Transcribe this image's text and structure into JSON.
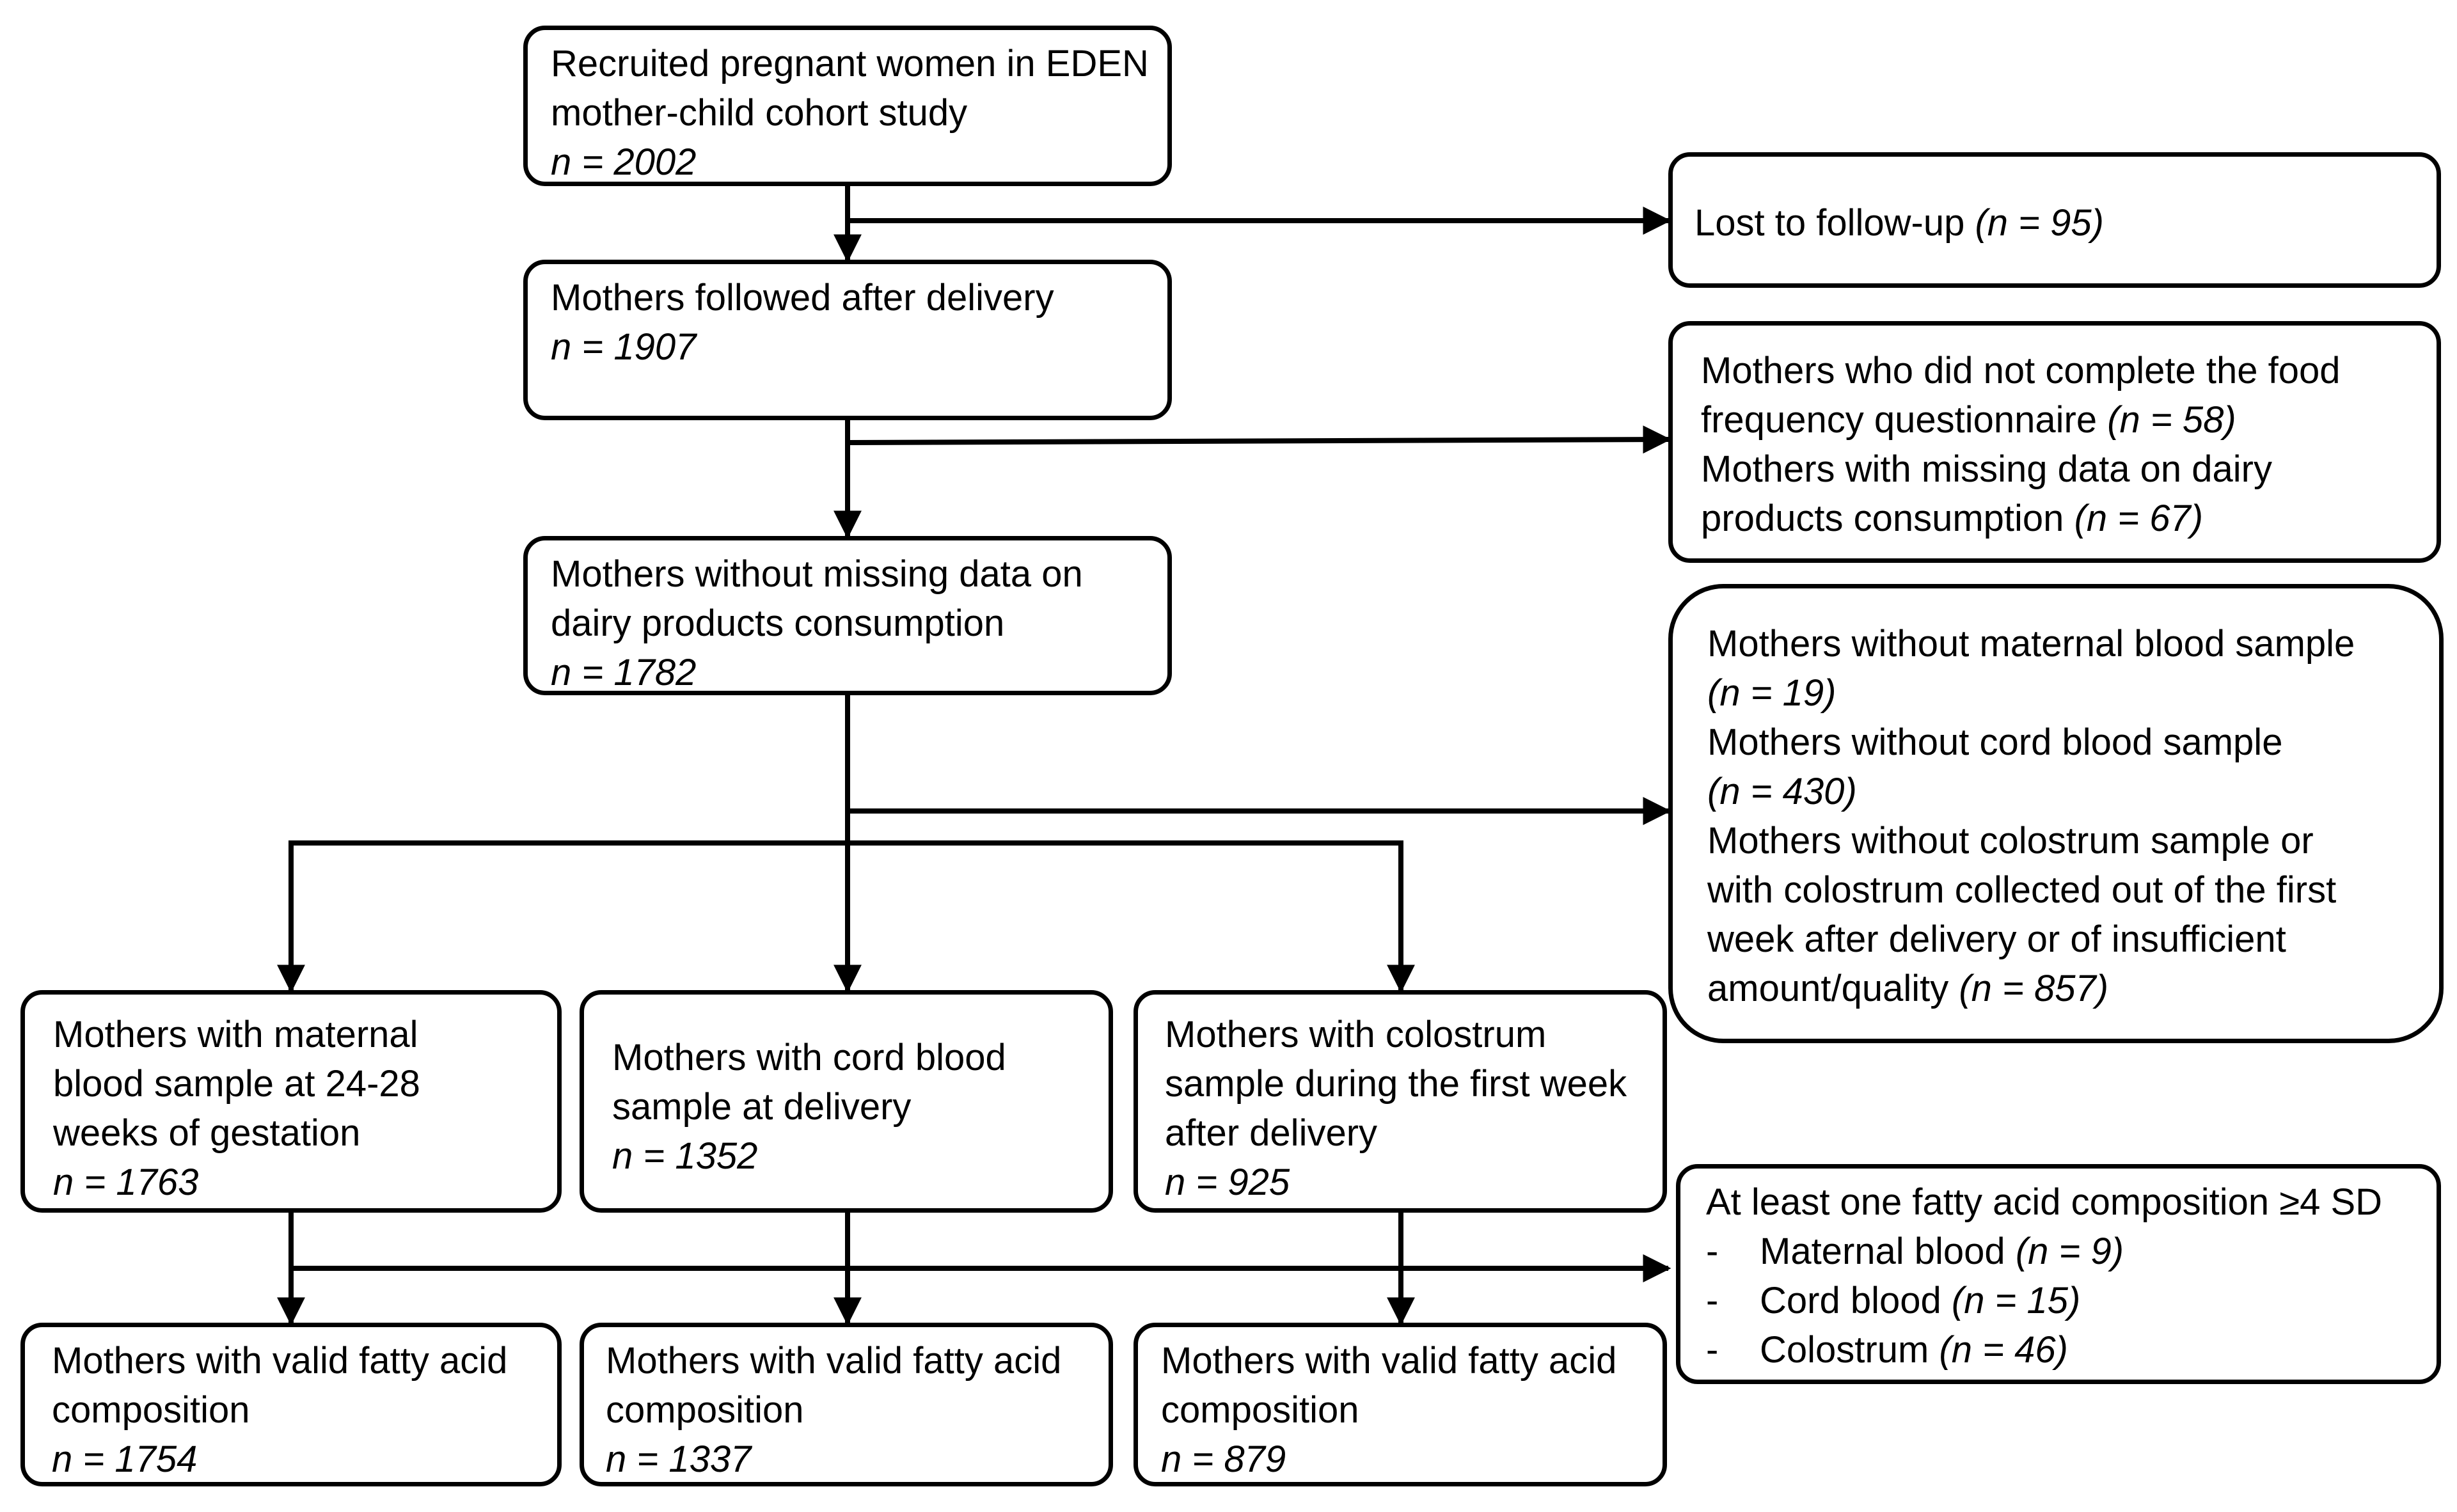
{
  "colors": {
    "stroke": "#000000",
    "background": "#ffffff",
    "text": "#000000"
  },
  "boxes": {
    "recruited": {
      "lines": [
        "Recruited pregnant women in EDEN",
        "mother-child cohort study"
      ],
      "n": "n = 2002"
    },
    "followed": {
      "lines": [
        "Mothers followed after delivery"
      ],
      "n": "n = 1907"
    },
    "no_missing": {
      "lines": [
        "Mothers without missing data on",
        "dairy products consumption"
      ],
      "n": "n = 1782"
    },
    "maternal": {
      "lines": [
        "Mothers with maternal",
        "blood sample at 24-28",
        "weeks of gestation"
      ],
      "n": "n = 1763"
    },
    "cord": {
      "lines": [
        "Mothers with cord blood",
        "sample at delivery"
      ],
      "n": "n = 1352"
    },
    "colostrum": {
      "lines": [
        "Mothers with colostrum",
        "sample during the first week",
        "after delivery"
      ],
      "n": "n = 925"
    },
    "valid_maternal": {
      "lines": [
        "Mothers with valid fatty acid",
        "composition"
      ],
      "n": "n = 1754"
    },
    "valid_cord": {
      "lines": [
        "Mothers with valid fatty acid",
        "composition"
      ],
      "n": "n = 1337"
    },
    "valid_colostrum": {
      "lines": [
        "Mothers with valid fatty acid",
        "composition"
      ],
      "n": "n = 879"
    }
  },
  "exclusions": {
    "lost": {
      "text": "Lost to follow-up",
      "n": "(n = 95)"
    },
    "ffq": {
      "line1": "Mothers who did not complete the food",
      "line2": "frequency questionnaire",
      "n1": "(n = 58)",
      "line3": "Mothers with missing data on dairy",
      "line4": "products consumption",
      "n2": "(n = 67)"
    },
    "samples": {
      "line1": "Mothers without maternal blood sample",
      "n1": "(n = 19)",
      "line2": "Mothers without cord blood sample",
      "n2": "(n = 430)",
      "line3": "Mothers without colostrum sample or",
      "line4": "with colostrum collected out of the first",
      "line5": "week after delivery or of insufficient",
      "line6": "amount/quality",
      "n3": "(n = 857)"
    },
    "fatty": {
      "title": "At least one fatty acid composition ≥4 SD",
      "dash": "-",
      "items": [
        {
          "label": "Maternal blood",
          "n": "(n = 9)"
        },
        {
          "label": "Cord blood",
          "n": "(n = 15)"
        },
        {
          "label": "Colostrum",
          "n": "(n = 46)"
        }
      ]
    }
  }
}
